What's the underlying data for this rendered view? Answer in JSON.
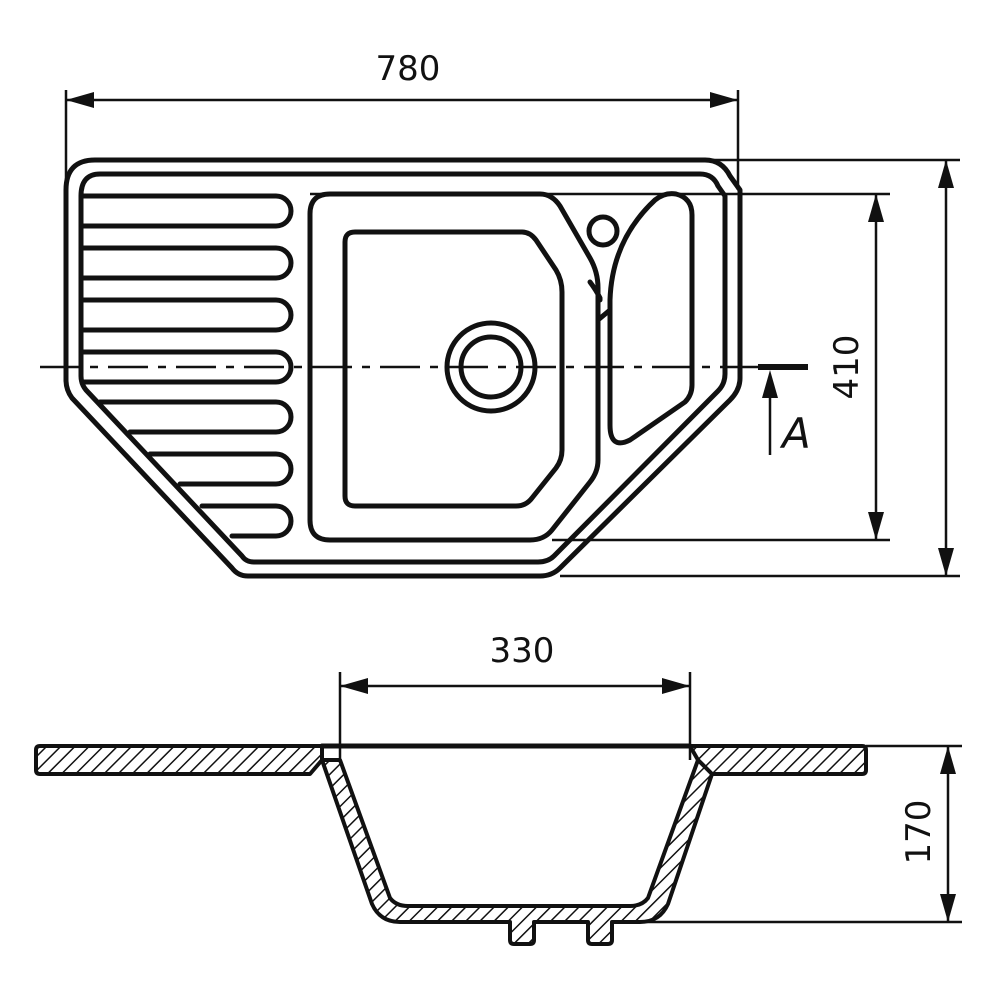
{
  "drawing": {
    "dimensions": {
      "width_top": "780",
      "height_right": "410",
      "bowl_width": "330",
      "depth": "170"
    },
    "section_label": "A"
  }
}
